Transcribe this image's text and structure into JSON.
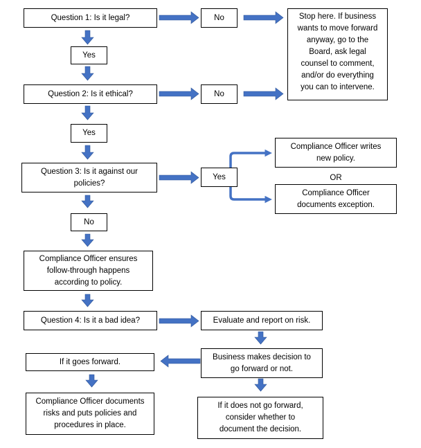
{
  "nodes": {
    "q1": "Question 1: Is it legal?",
    "q1_no": "No",
    "stop": "Stop here. If business\nwants to move forward\nanyway, go to the\nBoard, ask legal\ncounsel to comment,\nand/or do everything\nyou can to intervene.",
    "yes1": "Yes",
    "q2": "Question 2: Is it ethical?",
    "q2_no": "No",
    "yes2": "Yes",
    "q3": "Question 3: Is it against our\npolicies?",
    "q3_yes": "Yes",
    "new_policy": "Compliance Officer writes\nnew policy.",
    "or": "OR",
    "exception": "Compliance Officer\ndocuments exception.",
    "no3": "No",
    "follow_through": "Compliance Officer ensures\nfollow-through happens\naccording to policy.",
    "q4": "Question 4: Is it a bad idea?",
    "evaluate": "Evaluate and report on risk.",
    "business_decision": "Business makes decision to\ngo forward or not.",
    "goes_forward": "If it goes forward.",
    "not_forward": "If it does not go forward,\nconsider whether to\ndocument the decision.",
    "document_risks": "Compliance Officer documents\nrisks and puts policies and\nprocedures in place."
  },
  "colors": {
    "arrow": "#4472C4",
    "arrow_border": "#2F5597",
    "box_border": "#000000"
  }
}
